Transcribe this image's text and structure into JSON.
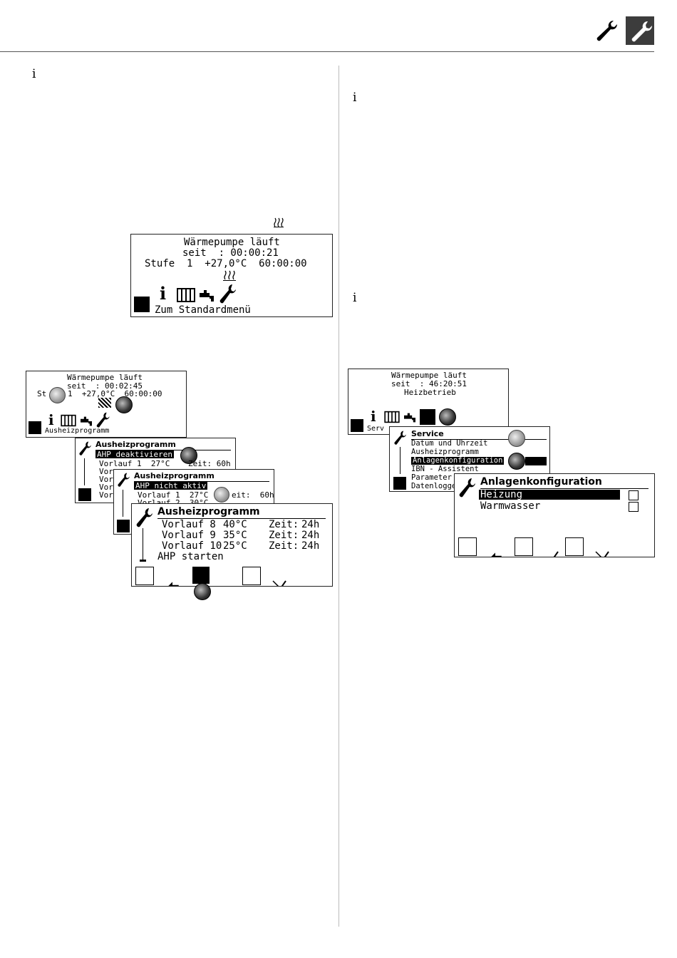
{
  "header": {
    "icons": [
      "wrench-icon",
      "wrench-box-icon"
    ]
  },
  "info_markers": {
    "glyph": "i"
  },
  "screen_main": {
    "line1": "Wärmepumpe läuft",
    "line2": "seit  : 00:00:21",
    "line3": "Stufe  1  +27,0°C  60:00:00",
    "footer": "Zum Standardmenü"
  },
  "stack_left": {
    "s1": {
      "line1": "Wärmepumpe läuft",
      "line2": "seit  : 00:02:45",
      "line3a": "St",
      "line3b": "1  +27,0°C  60:00:00",
      "footer": "Ausheizprogramm"
    },
    "s2": {
      "title": "Ausheizprogramm",
      "selected": "AHP deaktivieren",
      "row1a": "Vorlauf 1  27°C",
      "row1b": "Zeit: 60h",
      "rows_cut": [
        "Vor",
        "Vor",
        "Vor",
        "Vor"
      ]
    },
    "s3": {
      "title": "Ausheizprogramm",
      "selected": "AHP nicht aktiv",
      "row1a": "Vorlauf 1  27°C",
      "row1b": "eit:  60h",
      "row2": "Vorlauf 2  30°C"
    },
    "s4": {
      "title": "Ausheizprogramm",
      "rows": [
        {
          "name": "Vorlauf 8",
          "temp": "40°C",
          "label": "Zeit:",
          "time": "24h"
        },
        {
          "name": "Vorlauf 9",
          "temp": "35°C",
          "label": "Zeit:",
          "time": "24h"
        },
        {
          "name": "Vorlauf 10",
          "temp": "25°C",
          "label": "Zeit:",
          "time": "24h"
        }
      ],
      "action": "AHP starten"
    }
  },
  "stack_right": {
    "s1": {
      "line1": "Wärmepumpe läuft",
      "line2": "seit  : 46:20:51",
      "line3": "Heizbetrieb",
      "footer": "Serv"
    },
    "s2": {
      "title": "Service",
      "items": [
        "Datum und Uhrzeit",
        "Ausheizprogramm",
        "Anlagenkonfiguration",
        "IBN - Assistent",
        "Parameter",
        "Datenlogge"
      ]
    },
    "s3": {
      "title": "Anlagenkonfiguration",
      "options": [
        {
          "label": "Heizung",
          "checked": true
        },
        {
          "label": "Warmwasser",
          "checked": false
        }
      ]
    }
  }
}
